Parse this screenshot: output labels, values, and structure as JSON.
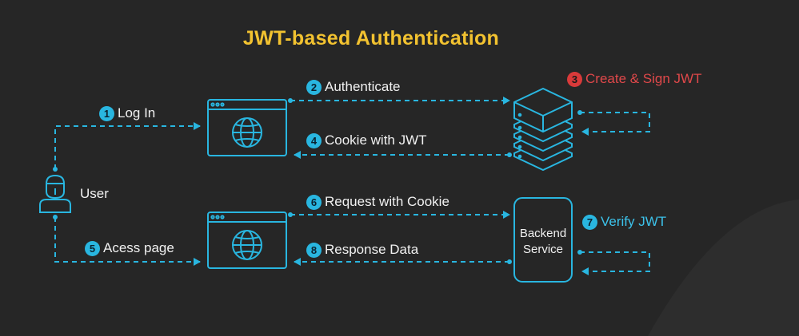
{
  "title": "JWT-based Authentication",
  "actor": {
    "label": "User"
  },
  "backend": {
    "line1": "Backend",
    "line2": "Service"
  },
  "steps": {
    "s1": {
      "num": "1",
      "label": "Log In"
    },
    "s2": {
      "num": "2",
      "label": "Authenticate"
    },
    "s3": {
      "num": "3",
      "label": "Create & Sign JWT"
    },
    "s4": {
      "num": "4",
      "label": "Cookie with JWT"
    },
    "s5": {
      "num": "5",
      "label": "Acess page"
    },
    "s6": {
      "num": "6",
      "label": "Request with Cookie"
    },
    "s7": {
      "num": "7",
      "label": "Verify JWT"
    },
    "s8": {
      "num": "8",
      "label": "Response Data"
    }
  },
  "colors": {
    "background": "#262626",
    "title": "#f2c230",
    "line": "#29b6e0",
    "badge_blue": "#29b6e0",
    "badge_red": "#d93a3a",
    "alert_text": "#e0484a",
    "verify_text": "#3cc2ea",
    "text": "#f1f1f1"
  },
  "icons": [
    "user-icon",
    "browser-globe-icon",
    "database-server-icon"
  ]
}
